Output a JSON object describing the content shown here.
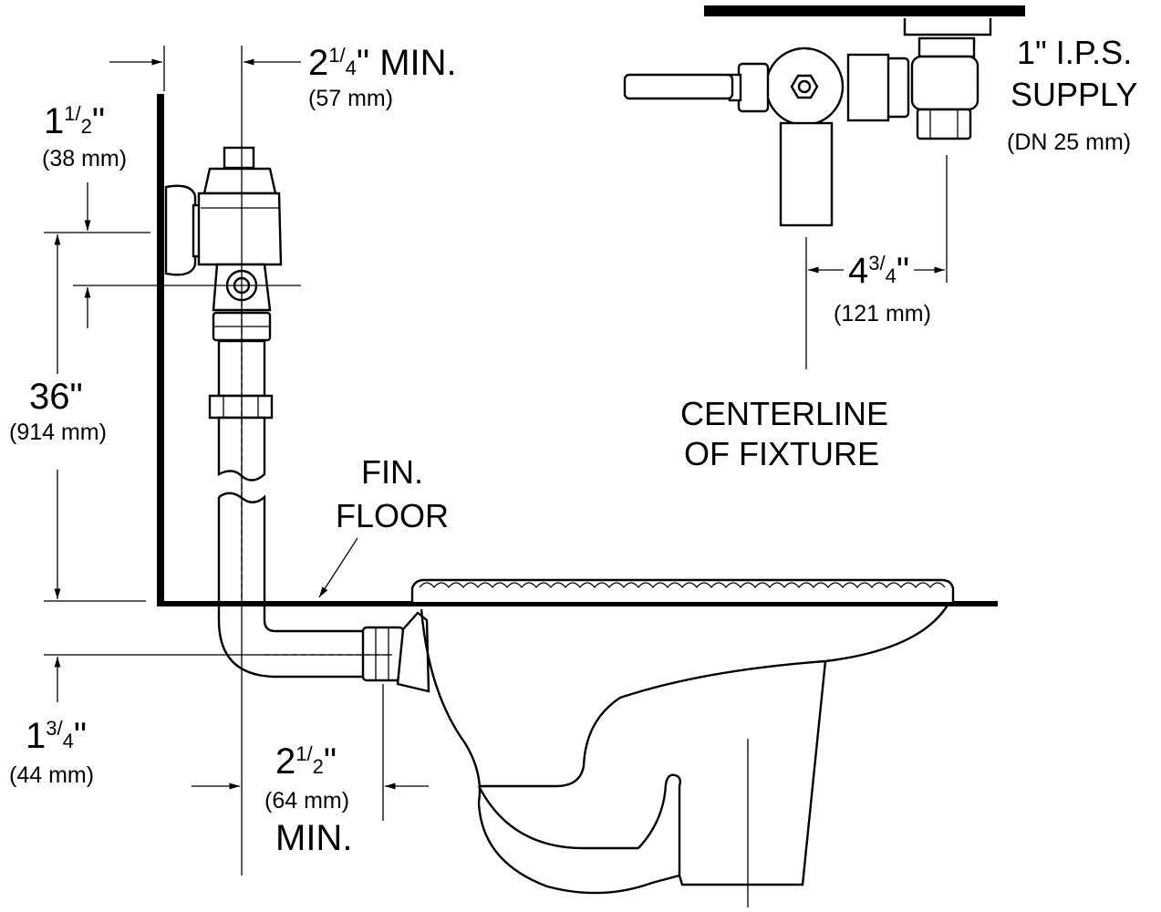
{
  "dims": {
    "supply_gap": {
      "whole": "2",
      "num": "1",
      "den": "4",
      "suffix": "\" MIN.",
      "metric": "(57 mm)"
    },
    "wall_offset": {
      "whole": "1",
      "num": "1",
      "den": "2",
      "suffix": "\"",
      "metric": "(38 mm)"
    },
    "height": {
      "value": "36\"",
      "metric": "(914 mm)"
    },
    "below_floor": {
      "whole": "1",
      "num": "3",
      "den": "4",
      "suffix": "\"",
      "metric": "(44 mm)"
    },
    "spud_gap": {
      "whole": "2",
      "num": "1",
      "den": "2",
      "suffix": "\"",
      "metric": "(64 mm)",
      "tail": "MIN."
    },
    "centerline": {
      "whole": "4",
      "num": "3",
      "den": "4",
      "suffix": "\"",
      "metric": "(121 mm)"
    }
  },
  "labels": {
    "floor_line1": "FIN.",
    "floor_line2": "FLOOR",
    "supply_line1": "1\"  I.P.S.",
    "supply_line2": "SUPPLY",
    "supply_line3": "(DN 25 mm)",
    "cl_line1": "CENTERLINE",
    "cl_line2": "OF  FIXTURE"
  }
}
